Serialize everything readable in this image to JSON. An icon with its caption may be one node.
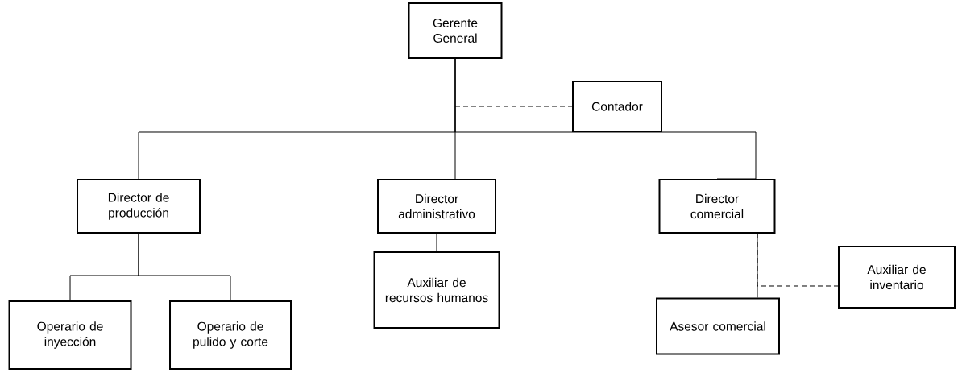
{
  "diagram": {
    "nodes": [
      {
        "text": [
          "Gerente General"
        ]
      },
      {
        "text": [
          "Contador"
        ]
      },
      {
        "text": [
          "Director de producción"
        ]
      },
      {
        "text": [
          "Director administrativo"
        ]
      },
      {
        "text": [
          "Director comercial"
        ]
      },
      {
        "text": [
          "Operario de inyección"
        ]
      },
      {
        "text": [
          "Operario de pulido y corte"
        ]
      },
      {
        "text": [
          "Auxiliar de recursos humanos"
        ]
      },
      {
        "text": [
          "Auxiliar de inventario"
        ]
      },
      {
        "text": [
          "Asesor comercial"
        ]
      }
    ],
    "edges": [
      {
        "from": 0,
        "to": 1,
        "arrow": "none",
        "style": "dashed"
      },
      {
        "from": 0,
        "to": 2,
        "arrow": "none"
      },
      {
        "from": 0,
        "to": 3,
        "arrow": "none"
      },
      {
        "from": 0,
        "to": 4,
        "arrow": "none"
      },
      {
        "from": 2,
        "to": 5,
        "arrow": "none"
      },
      {
        "from": 2,
        "to": 6,
        "arrow": "none"
      },
      {
        "from": 3,
        "to": 7,
        "arrow": "none"
      },
      {
        "from": 4,
        "to": 8,
        "arrow": "none",
        "style": "dashed"
      },
      {
        "from": 4,
        "to": 9,
        "arrow": "none"
      }
    ]
  }
}
